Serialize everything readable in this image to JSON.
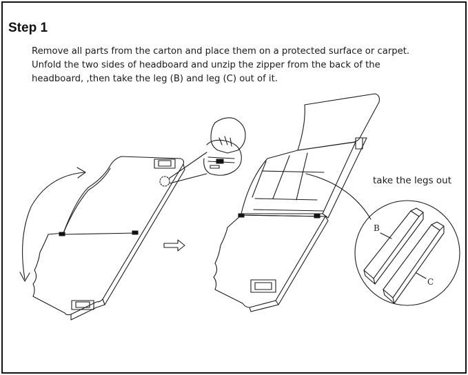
{
  "step": {
    "title": "Step 1"
  },
  "instructions": {
    "lines": [
      "Remove all parts from the carton and place them on a protected surface or carpet.",
      "Unfold the two sides of headboard and unzip the zipper from the back of the",
      "headboard,  ,then take the leg (B) and leg (C) out  of it."
    ]
  },
  "callout": {
    "label": "take the legs out"
  },
  "legs": {
    "b_label": "B",
    "c_label": "C"
  },
  "icons": [
    "hand-unzip-icon",
    "right-arrow-icon",
    "curved-arrow-icon"
  ]
}
